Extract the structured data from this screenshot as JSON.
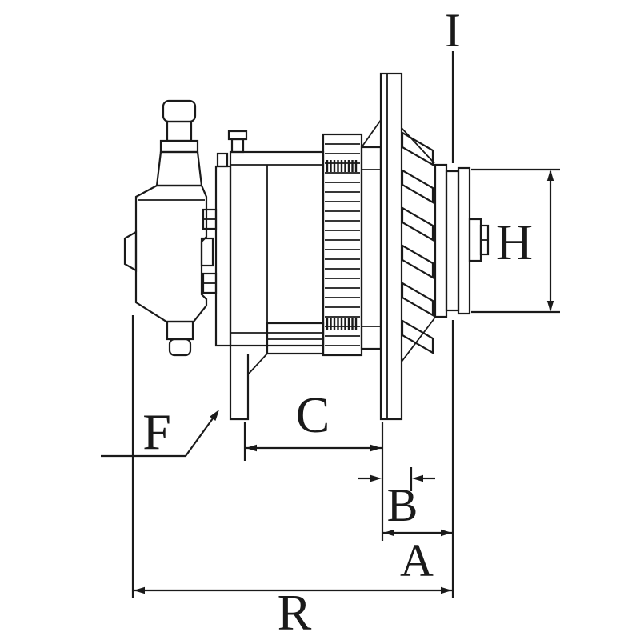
{
  "figure": {
    "background_color": "#ffffff",
    "line_color": "#1a1a1a"
  },
  "labels": {
    "i": "I",
    "h": "H",
    "c": "C",
    "b": "B",
    "a": "A",
    "r": "R",
    "f": "F"
  }
}
